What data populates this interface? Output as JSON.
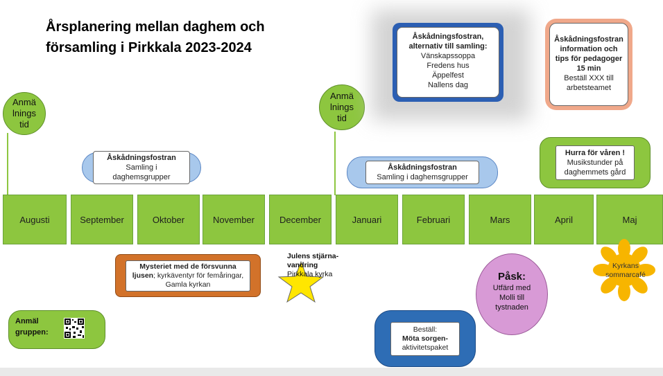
{
  "title_lines": [
    "Årsplanering mellan daghem och",
    "församling i Pirkkala 2023-2024"
  ],
  "registration_circles": [
    {
      "text": "Anmä\nlnings\ntid"
    },
    {
      "text": "Anmä\nlnings\ntid"
    }
  ],
  "months": [
    "Augusti",
    "September",
    "Oktober",
    "November",
    "December",
    "Januari",
    "Februari",
    "Mars",
    "April",
    "Maj"
  ],
  "alt_box": {
    "heading": "Åskådningsfostran, alternativ till samling:",
    "items": [
      "Vänskapssoppa",
      "Fredens hus",
      "Äppelfest",
      "Nallens dag"
    ]
  },
  "info_box": {
    "heading": "Åskådningsfostran information och tips för pedagoger 15 min",
    "body": "Beställ XXX till arbetsteamet"
  },
  "pill_sep": {
    "heading": "Åskådningsfostran",
    "body": "Samling i daghemsgrupper"
  },
  "pill_jan": {
    "heading": "Åskådningsfostran",
    "body": "Samling i daghemsgrupper"
  },
  "spring_box": {
    "heading": "Hurra för våren !",
    "body": "Musikstunder på daghemmets gård"
  },
  "mystery_box": {
    "bold": "Mysteriet med de försvunna ljusen",
    "rest": "; kyrkäventyr för femåringar, Gamla kyrkan"
  },
  "christmas": {
    "bold": "Julens stjärna-vandring",
    "body": "Pirkkala kyrka"
  },
  "easter": {
    "heading": "Påsk:",
    "body": "Utfärd med Molli till tystnaden"
  },
  "grief_box": {
    "line1": "Beställ:",
    "bold": "Möta sorgen-",
    "line3": "aktivitetspaket"
  },
  "register_group": {
    "label": "Anmäl gruppen:"
  },
  "summer": {
    "text": "Kyrkans sommarcafé"
  },
  "colors": {
    "green": "#8dc63f",
    "blue_dark": "#2c5fb3",
    "blue_light": "#a8c8ec",
    "orange": "#d2722a",
    "peach": "#f0a88a",
    "pink": "#d89ad6",
    "yellow": "#ffe600",
    "sun": "#f7b500"
  },
  "icons": {
    "star": "star-icon",
    "flower": "flower-icon",
    "qr": "qr-code-icon"
  }
}
